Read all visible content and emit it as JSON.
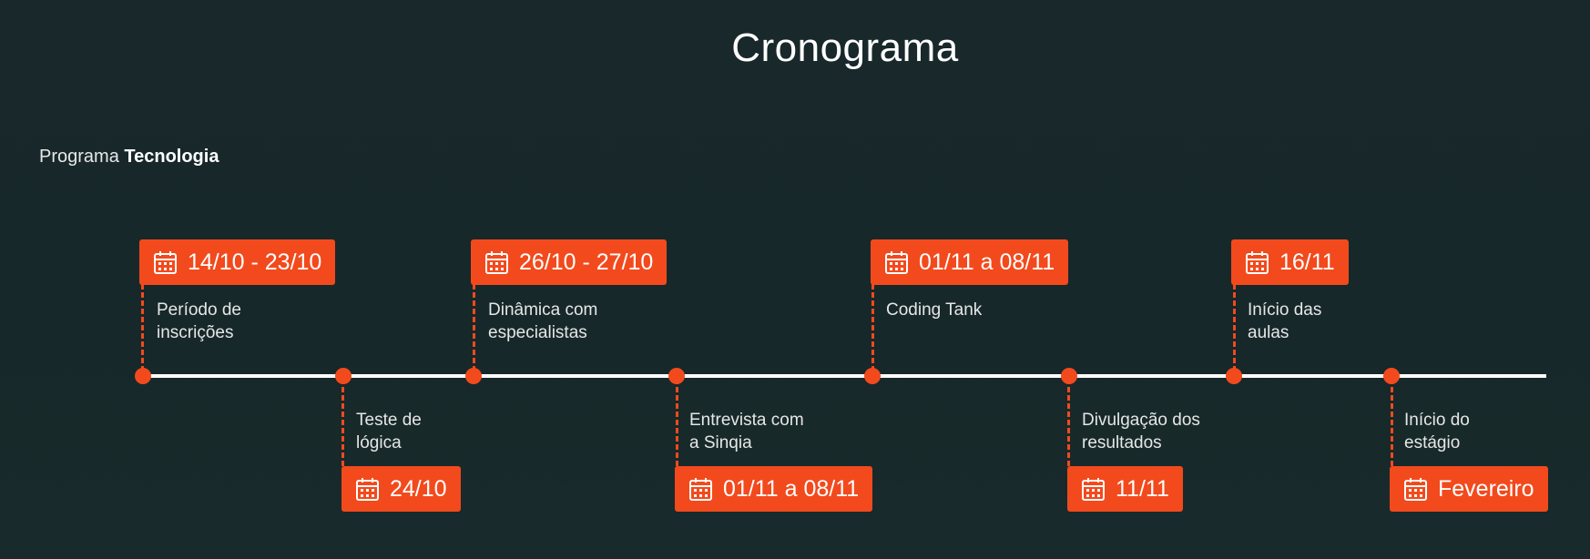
{
  "page": {
    "title": "Cronograma"
  },
  "program": {
    "prefix": "Programa",
    "name": "Tecnologia"
  },
  "colors": {
    "accent": "#f24a1d",
    "background": "#17282a",
    "axis": "#ffffff"
  },
  "badge_icon": "calendar-icon",
  "events": [
    {
      "date": "14/10 - 23/10",
      "label": "Período de\ninscrições"
    },
    {
      "date": "24/10",
      "label": "Teste de\nlógica"
    },
    {
      "date": "26/10 - 27/10",
      "label": " Dinâmica com\nespecialistas"
    },
    {
      "date": "01/11 a 08/11",
      "label": "Entrevista com\na Sinqia"
    },
    {
      "date": "01/11 a 08/11",
      "label": "Coding Tank"
    },
    {
      "date": "11/11",
      "label": "Divulgação dos\nresultados"
    },
    {
      "date": "16/11",
      "label": "Início das\naulas"
    },
    {
      "date": "Fevereiro",
      "label": "Início do\nestágio"
    }
  ]
}
